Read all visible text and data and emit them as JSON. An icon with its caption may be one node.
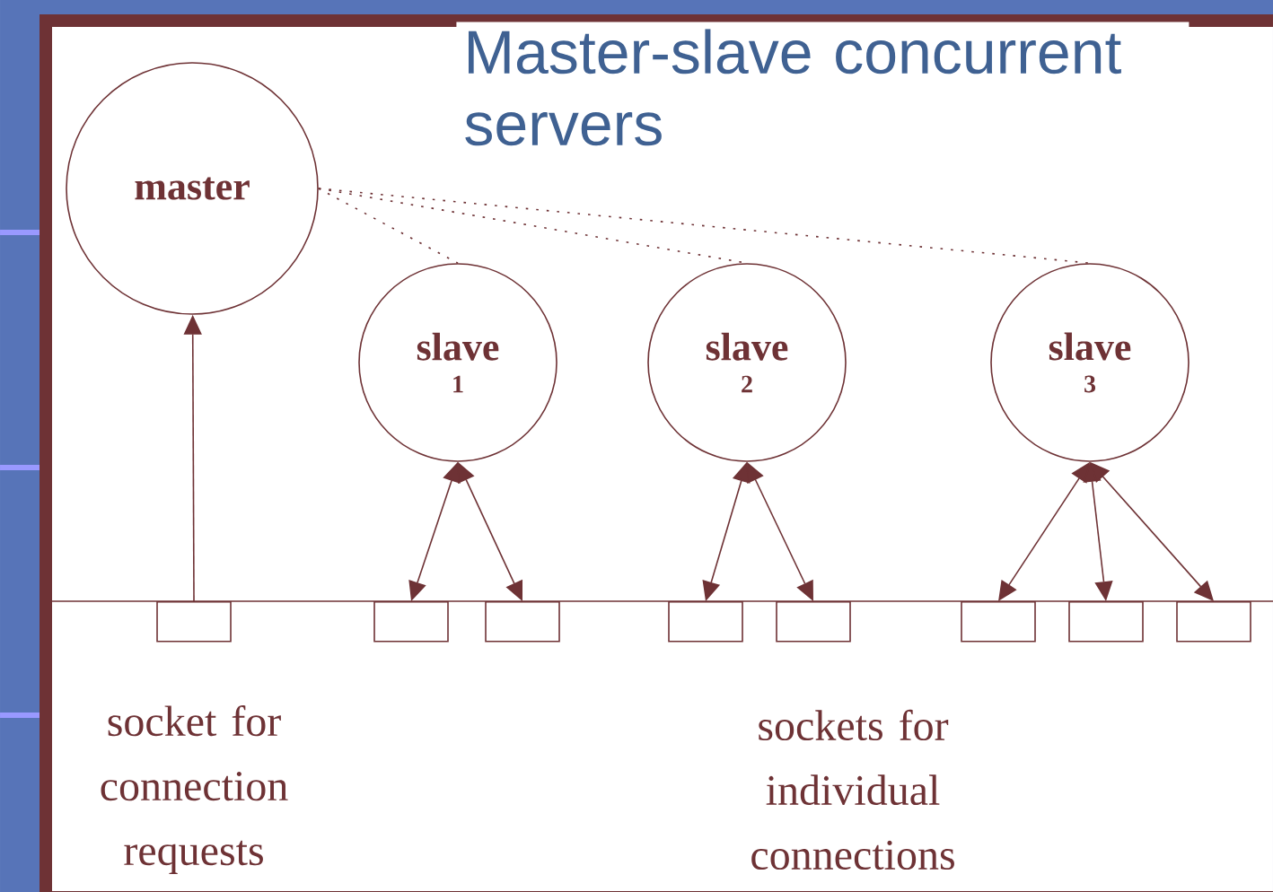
{
  "diagram": {
    "title": "Master-slave concurrent servers",
    "nodes": [
      {
        "text": [
          "master"
        ]
      },
      {
        "text": [
          "slave",
          "1"
        ]
      },
      {
        "text": [
          "slave",
          "2"
        ]
      },
      {
        "text": [
          "slave",
          "3"
        ]
      },
      {
        "text": [],
        "shape": "box"
      },
      {
        "text": [],
        "shape": "box"
      },
      {
        "text": [],
        "shape": "box"
      },
      {
        "text": [],
        "shape": "box"
      },
      {
        "text": [],
        "shape": "box"
      },
      {
        "text": [],
        "shape": "box"
      },
      {
        "text": [],
        "shape": "box"
      },
      {
        "text": [],
        "shape": "box"
      }
    ],
    "edges": [
      {
        "from": 4,
        "to": 0,
        "arrow": "to"
      },
      {
        "from": 0,
        "to": 1,
        "arrow": "none",
        "style": "dashed"
      },
      {
        "from": 0,
        "to": 2,
        "arrow": "none",
        "style": "dashed"
      },
      {
        "from": 0,
        "to": 3,
        "arrow": "none",
        "style": "dashed"
      },
      {
        "from": 1,
        "to": 5,
        "arrow": "both"
      },
      {
        "from": 1,
        "to": 6,
        "arrow": "both"
      },
      {
        "from": 2,
        "to": 7,
        "arrow": "both"
      },
      {
        "from": 2,
        "to": 8,
        "arrow": "both"
      },
      {
        "from": 3,
        "to": 9,
        "arrow": "both"
      },
      {
        "from": 3,
        "to": 10,
        "arrow": "both"
      },
      {
        "from": 3,
        "to": 11,
        "arrow": "both"
      }
    ],
    "labels": [
      "socket for connection requests",
      "sockets for individual connections"
    ]
  }
}
